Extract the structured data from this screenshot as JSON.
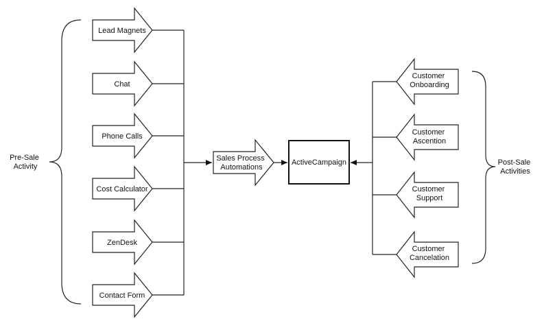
{
  "left_group": {
    "label": [
      "Pre-Sale",
      "Activity"
    ],
    "items": [
      {
        "label": [
          "Lead Magnets"
        ]
      },
      {
        "label": [
          "Chat"
        ]
      },
      {
        "label": [
          "Phone Calls"
        ]
      },
      {
        "label": [
          "Cost Calculator"
        ]
      },
      {
        "label": [
          "ZenDesk"
        ]
      },
      {
        "label": [
          "Contact Form"
        ]
      }
    ]
  },
  "center": {
    "process": {
      "label": [
        "Sales Process",
        "Automations"
      ]
    },
    "hub": {
      "label": "ActiveCampaign"
    }
  },
  "right_group": {
    "label": [
      "Post-Sale",
      "Activities"
    ],
    "items": [
      {
        "label": [
          "Customer",
          "Onboarding"
        ]
      },
      {
        "label": [
          "Customer",
          "Ascention"
        ]
      },
      {
        "label": [
          "Customer",
          "Support"
        ]
      },
      {
        "label": [
          "Customer",
          "Cancelation"
        ]
      }
    ]
  },
  "colors": {
    "stroke": "#222222",
    "background": "#ffffff"
  }
}
